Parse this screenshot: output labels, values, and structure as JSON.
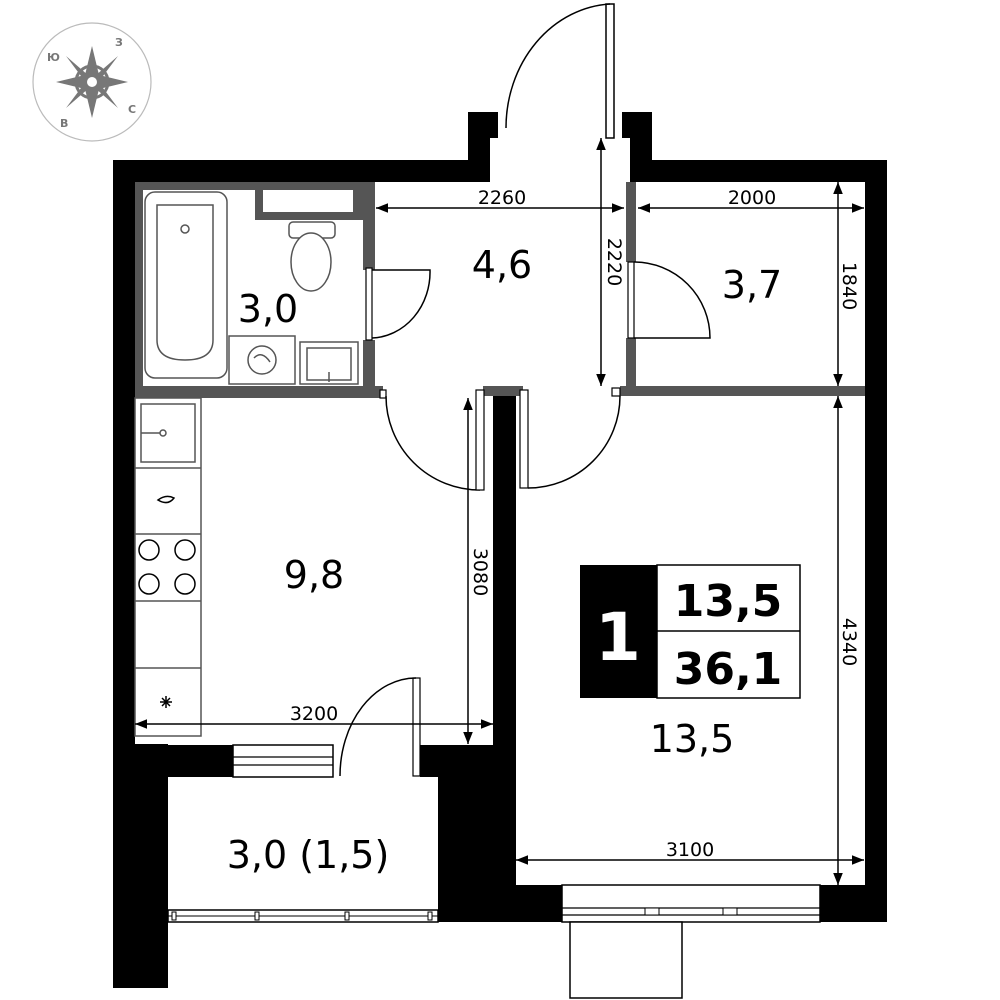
{
  "compass": {
    "letters": {
      "n": "Ю",
      "e": "З",
      "s": "С",
      "w": "В"
    },
    "color": "#777777"
  },
  "rooms": {
    "bathroom": "3,0",
    "hall": "4,6",
    "storage": "3,7",
    "kitchen": "9,8",
    "living": "13,5",
    "balcony": "3,0 (1,5)"
  },
  "dimensions": {
    "hall_width": "2260",
    "hall_length": "2220",
    "storage_width": "2000",
    "storage_length": "1840",
    "kitchen_length": "3080",
    "kitchen_width": "3200",
    "living_length": "4340",
    "living_width": "3100"
  },
  "badge": {
    "rooms_count": "1",
    "living_area": "13,5",
    "total_area": "36,1"
  },
  "colors": {
    "wall": "#000000",
    "partition": "#555555"
  }
}
